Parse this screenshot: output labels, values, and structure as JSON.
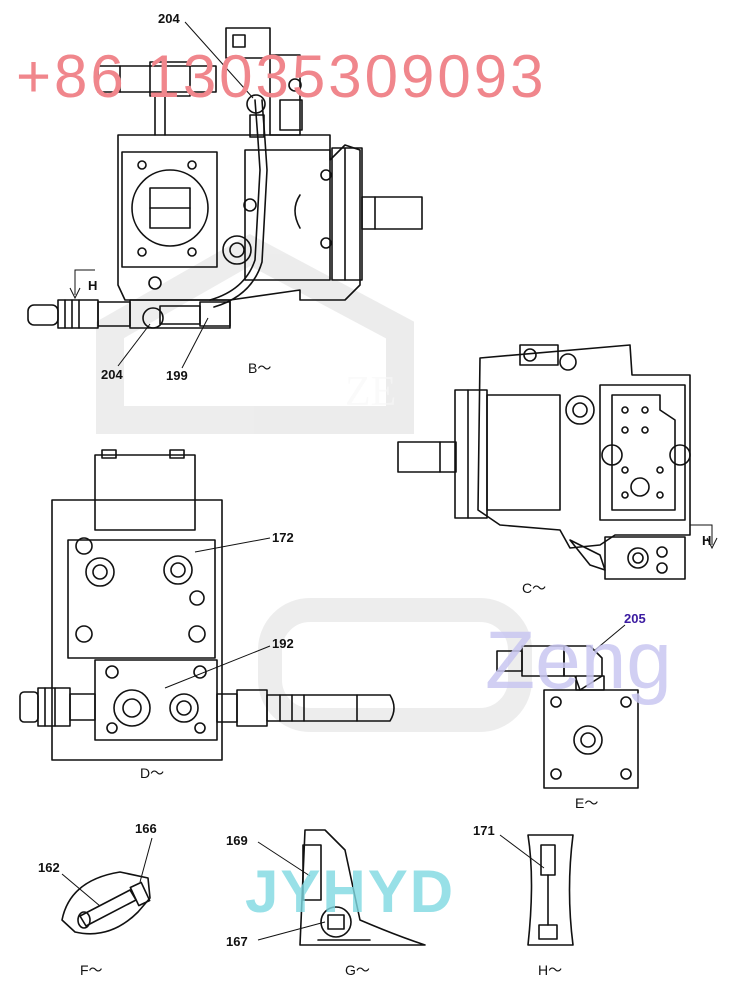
{
  "labels": {
    "p204_top": "204",
    "p204_bottom": "204",
    "p199": "199",
    "p172": "172",
    "p192": "192",
    "p205": "205",
    "p166": "166",
    "p162": "162",
    "p169": "169",
    "p167": "167",
    "p171": "171",
    "h_marker_b": "H",
    "h_marker_c": "H"
  },
  "views": {
    "b": "B～",
    "c": "C～",
    "d": "D～",
    "e": "E～",
    "f": "F～",
    "g": "G～",
    "h": "H～"
  },
  "watermarks": {
    "phone": "+86 13035309093",
    "brand": "Zeng",
    "logo": "JYHYD"
  },
  "colors": {
    "line": "#111111",
    "phone_watermark": "#f0868c",
    "brand_watermark": "#c9c7f1",
    "logo_watermark": "#7fd9e2",
    "part_205_label": "#3a1aa0"
  }
}
